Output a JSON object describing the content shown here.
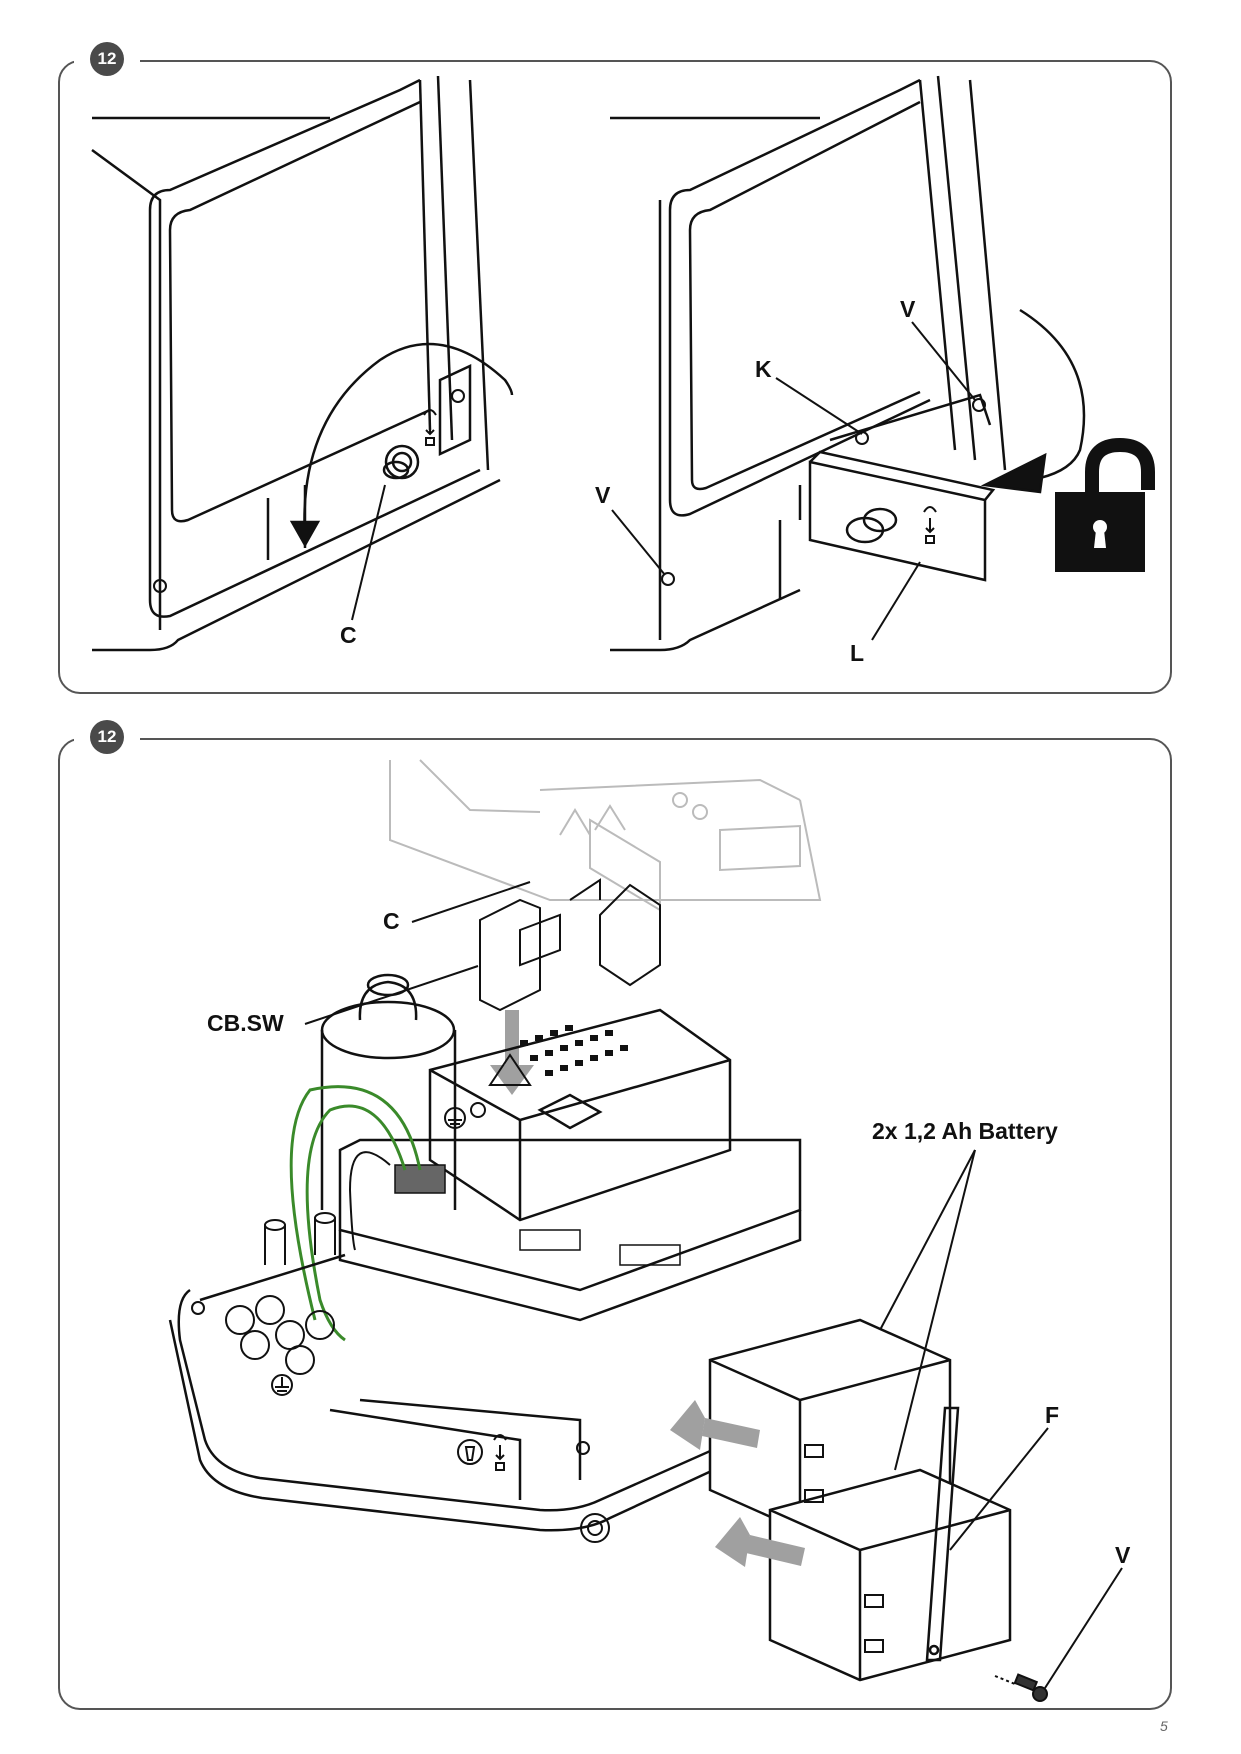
{
  "figure_top": {
    "badge": "12",
    "labels": {
      "c": "C",
      "v_left": "V",
      "v_right": "V",
      "k": "K",
      "l": "L"
    },
    "icons": [
      "rotate-arrow-icon",
      "unlock-padlock-icon",
      "lock-symbol-icon"
    ]
  },
  "figure_bottom": {
    "badge": "12",
    "labels": {
      "c": "C",
      "cbsw": "CB.SW",
      "battery": "2x 1,2 Ah Battery",
      "f": "F",
      "v": "V"
    },
    "icons": [
      "insert-arrow-icon",
      "earth-ground-icon",
      "lock-symbol-icon"
    ]
  },
  "page_number": "5",
  "colors": {
    "frame": "#555555",
    "line": "#111111",
    "arrow_gray": "#a0a0a0",
    "wire_green": "#3a8a2a"
  }
}
